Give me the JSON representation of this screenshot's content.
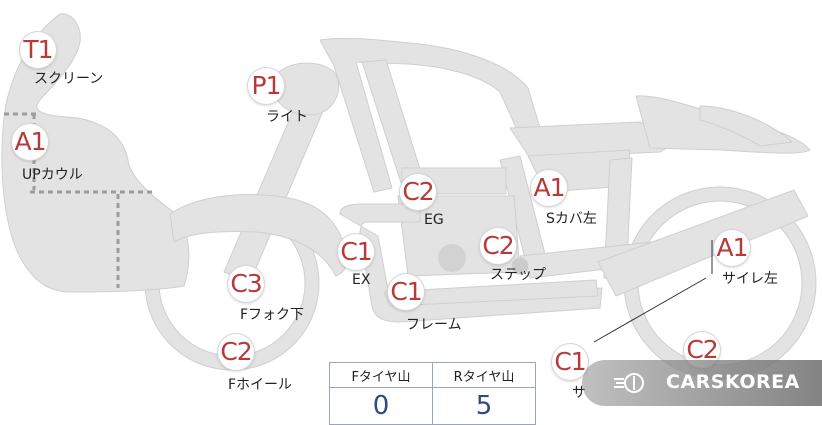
{
  "badges": [
    {
      "id": "screen",
      "code": "T1",
      "label": "スクリーン"
    },
    {
      "id": "light",
      "code": "P1",
      "label": "ライト"
    },
    {
      "id": "upper-cowl",
      "code": "A1",
      "label": "UPカウル"
    },
    {
      "id": "engine",
      "code": "C2",
      "label": "EG"
    },
    {
      "id": "side-cover-left",
      "code": "A1",
      "label": "Sカバ左"
    },
    {
      "id": "exhaust",
      "code": "C1",
      "label": "EX"
    },
    {
      "id": "step",
      "code": "C2",
      "label": "ステップ"
    },
    {
      "id": "muffler-left",
      "code": "A1",
      "label": "サイレ左"
    },
    {
      "id": "front-fork-lower",
      "code": "C3",
      "label": "Fフォク下"
    },
    {
      "id": "frame",
      "code": "C1",
      "label": "フレーム"
    },
    {
      "id": "front-wheel",
      "code": "C2",
      "label": "Fホイール"
    },
    {
      "id": "rear-part",
      "code": "C1",
      "label": "サ"
    },
    {
      "id": "rear-wheel",
      "code": "C2",
      "label": ""
    }
  ],
  "tire_table": {
    "headers": [
      "Fタイヤ山",
      "Rタイヤ山"
    ],
    "values": [
      "0",
      "5"
    ]
  },
  "watermark": {
    "text": "CARSKOREA",
    "icon": "carskorea-logo-icon"
  },
  "colors": {
    "bike_fill": "#e3e3e3",
    "badge_text": "#b73a3a",
    "value_text": "#2d4a88"
  }
}
